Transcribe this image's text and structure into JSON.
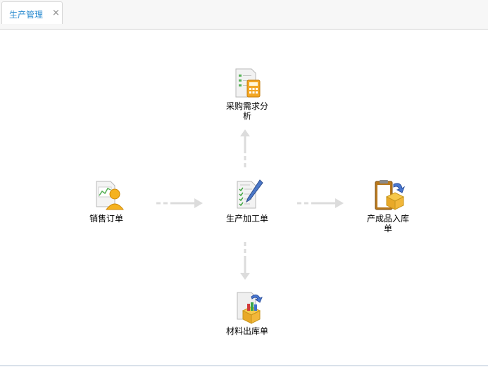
{
  "tab": {
    "label": "生产管理",
    "close": "×"
  },
  "nodes": {
    "purchase_analysis": {
      "label": "采购需求分析"
    },
    "sales_order": {
      "label": "销售订单"
    },
    "production_order": {
      "label": "生产加工单"
    },
    "product_inbound": {
      "label": "产成品入库单"
    },
    "material_outbound": {
      "label": "材料出库单"
    }
  }
}
